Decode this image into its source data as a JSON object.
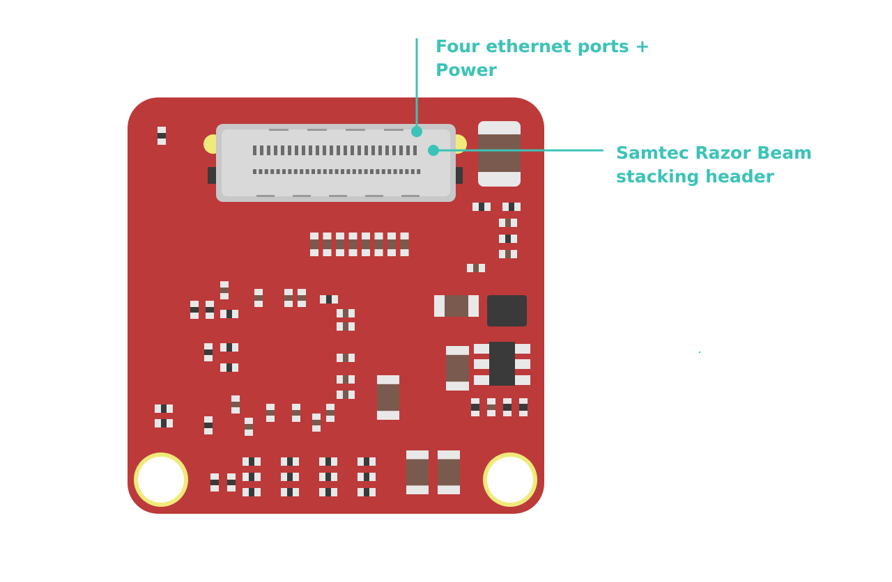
{
  "callouts": {
    "ports_line1": "Four ethernet ports +",
    "ports_line2": "Power",
    "header_line1": "Samtec Razor Beam",
    "header_line2": "stacking header"
  },
  "colors": {
    "board": "#bd3a3a",
    "board_edge": "#b33434",
    "callout": "#3cc3b8",
    "connector_body": "#c8c8c8",
    "connector_inner": "#d9d9d9",
    "pin": "#6b6b6b",
    "mount_ring": "#f0ea7a",
    "component_cap": "#e8e8e8",
    "component_brown": "#7a5a4e",
    "component_dark": "#3a3a3a"
  },
  "icons": {
    "mounting_hole": "mounting-hole-icon",
    "connector": "stacking-header-connector"
  }
}
